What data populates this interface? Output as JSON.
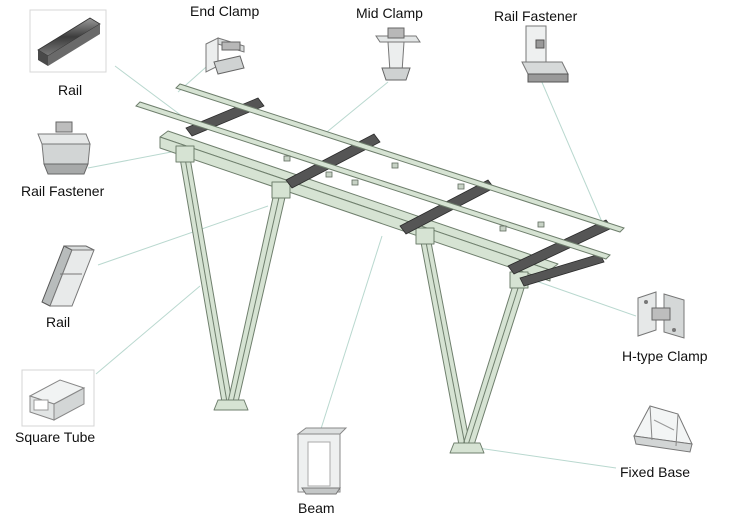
{
  "labels": {
    "end_clamp": "End Clamp",
    "mid_clamp": "Mid Clamp",
    "rail_fastener_top": "Rail Fastener",
    "rail_top": "Rail",
    "rail_fastener_left": "Rail Fastener",
    "rail_left": "Rail",
    "square_tube": "Square Tube",
    "h_type_clamp": "H-type Clamp",
    "beam": "Beam",
    "fixed_base": "Fixed Base"
  },
  "colors": {
    "structure_fill": "#d6e3d3",
    "structure_stroke": "#6f7f6d",
    "panel_rail": "#555555",
    "leader_line": "#b9d8cf",
    "text": "#111111"
  },
  "icons": [
    "rail-profile-icon",
    "end-clamp-icon",
    "mid-clamp-icon",
    "rail-fastener-icon",
    "rail-fastener-icon",
    "rail-profile-icon",
    "square-tube-icon",
    "h-type-clamp-icon",
    "beam-profile-icon",
    "fixed-base-icon"
  ]
}
